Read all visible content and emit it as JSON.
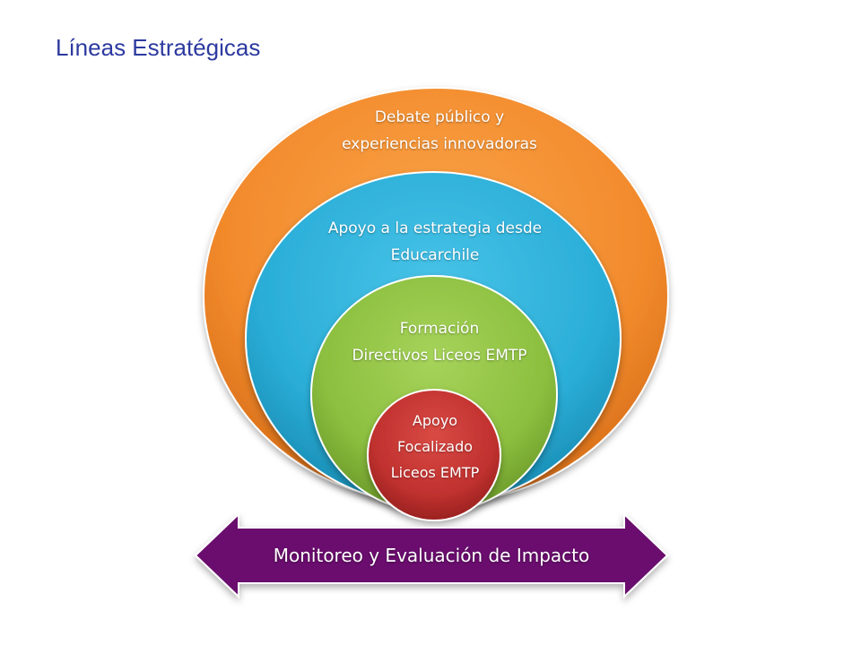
{
  "title": "Líneas Estratégicas",
  "circles": {
    "outer": {
      "lines": [
        "Debate público y",
        "experiencias innovadoras"
      ]
    },
    "blue": {
      "lines": [
        "Apoyo a la estrategia desde",
        "Educarchile"
      ]
    },
    "green": {
      "lines": [
        "Formación",
        "Directivos Liceos EMTP"
      ]
    },
    "red": {
      "lines": [
        "Apoyo",
        "Focalizado",
        "Liceos EMTP"
      ]
    }
  },
  "arrow": {
    "label": "Monitoreo y Evaluación de Impacto"
  },
  "colors": {
    "title": "#2d3aa0",
    "orange": "#f28a2c",
    "blue": "#2aaed8",
    "green": "#8cbf3f",
    "red": "#c0312f",
    "arrow": "#6a0f6e"
  }
}
